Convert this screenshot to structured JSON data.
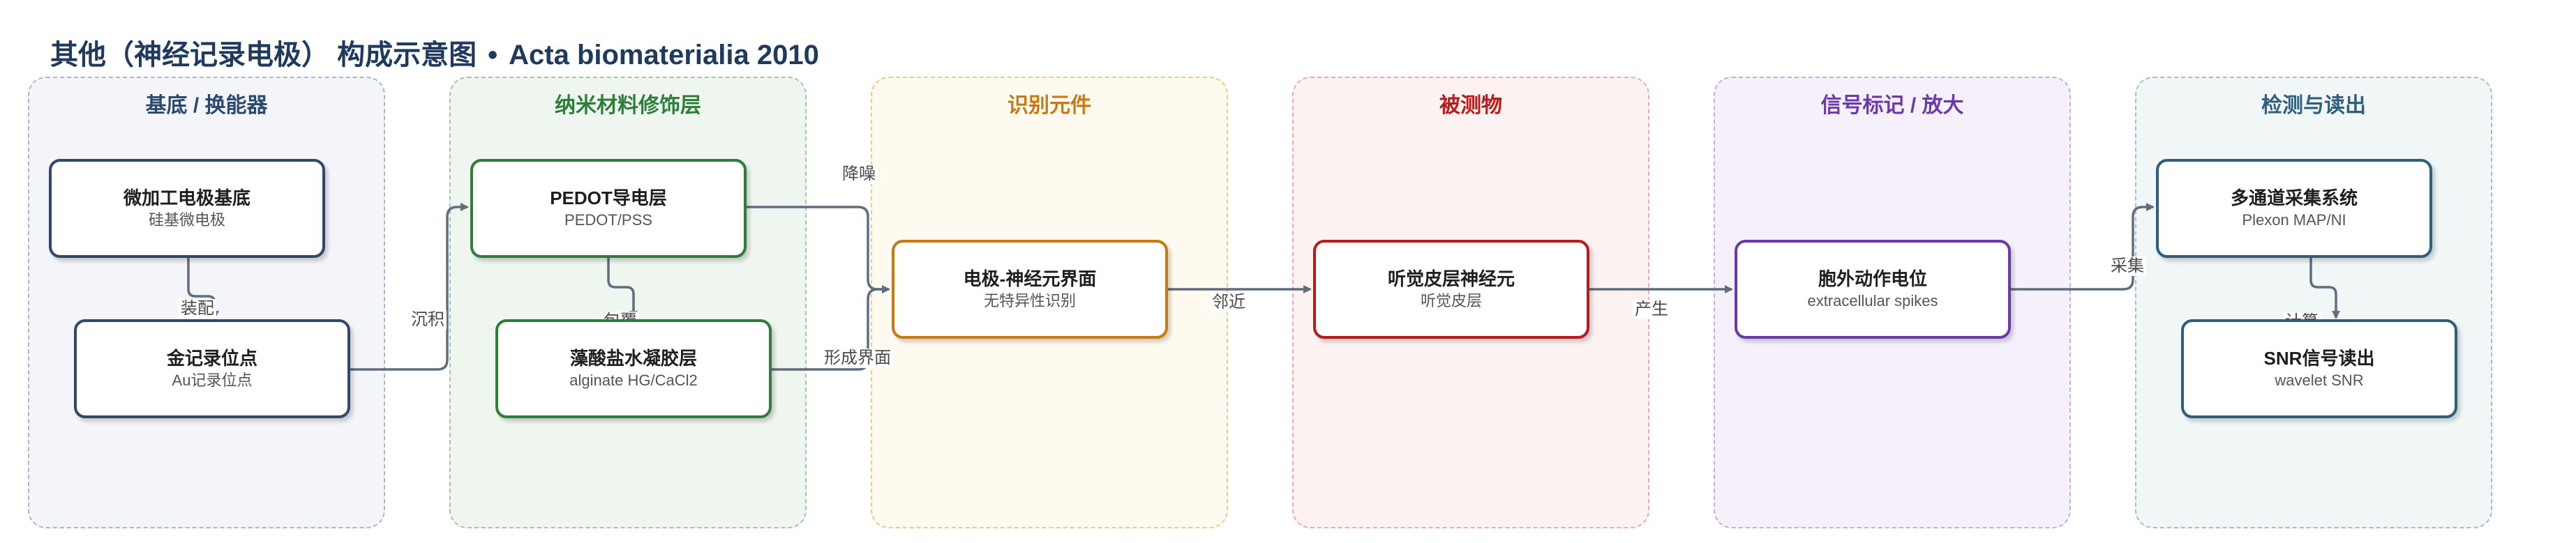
{
  "title": {
    "main": "其他（神经记录电极） 构成示意图",
    "separator": "•",
    "source": "Acta biomaterialia 2010"
  },
  "lanes": [
    {
      "title": "基底 / 换能器",
      "color": "#2b4a6e",
      "fill": "#f3f5fa",
      "border": "#a9b6cc"
    },
    {
      "title": "纳米材料修饰层",
      "color": "#2e7d3b",
      "fill": "#eef6ef",
      "border": "#9fc9a6"
    },
    {
      "title": "识别元件",
      "color": "#c77a12",
      "fill": "#fefaef",
      "border": "#eccb8a"
    },
    {
      "title": "被测物",
      "color": "#b71c1c",
      "fill": "#fdf2f2",
      "border": "#eea9a9"
    },
    {
      "title": "信号标记 / 放大",
      "color": "#6a3aa8",
      "fill": "#f6f0fb",
      "border": "#c3aee0"
    },
    {
      "title": "检测与读出",
      "color": "#2f5f7c",
      "fill": "#f1f6f7",
      "border": "#a4bccb"
    }
  ],
  "nodes": [
    {
      "id": "n1",
      "title": "微加工电极基底",
      "subtitle": "硅基微电极",
      "border": "#33476b"
    },
    {
      "id": "n2",
      "title": "金记录位点",
      "subtitle": "Au记录位点",
      "border": "#33476b"
    },
    {
      "id": "n3",
      "title": "PEDOT导电层",
      "subtitle": "PEDOT/PSS",
      "border": "#2e7d3b"
    },
    {
      "id": "n4",
      "title": "藻酸盐水凝胶层",
      "subtitle": "alginate HG/CaCl2",
      "border": "#2e7d3b"
    },
    {
      "id": "n5",
      "title": "电极-神经元界面",
      "subtitle": "无特异性识别",
      "border": "#c77a12"
    },
    {
      "id": "n6",
      "title": "听觉皮层神经元",
      "subtitle": "听觉皮层",
      "border": "#b71c1c"
    },
    {
      "id": "n7",
      "title": "胞外动作电位",
      "subtitle": "extracellular spikes",
      "border": "#6a3aa8"
    },
    {
      "id": "n8",
      "title": "多通道采集系统",
      "subtitle": "Plexon MAP/NI",
      "border": "#2f5f7c"
    },
    {
      "id": "n9",
      "title": "SNR信号读出",
      "subtitle": "wavelet SNR",
      "border": "#2f5f7c"
    }
  ],
  "edges": [
    {
      "from": "n1",
      "to": "n2",
      "label": "装配"
    },
    {
      "from": "n2",
      "to": "n3",
      "label": "沉积"
    },
    {
      "from": "n3",
      "to": "n4",
      "label": "包覆"
    },
    {
      "from": "n3",
      "to": "n5",
      "label": "降噪"
    },
    {
      "from": "n4",
      "to": "n5",
      "label": "形成界面"
    },
    {
      "from": "n5",
      "to": "n6",
      "label": "邻近"
    },
    {
      "from": "n6",
      "to": "n7",
      "label": "产生"
    },
    {
      "from": "n7",
      "to": "n8",
      "label": "采集"
    },
    {
      "from": "n8",
      "to": "n9",
      "label": "计算"
    }
  ]
}
